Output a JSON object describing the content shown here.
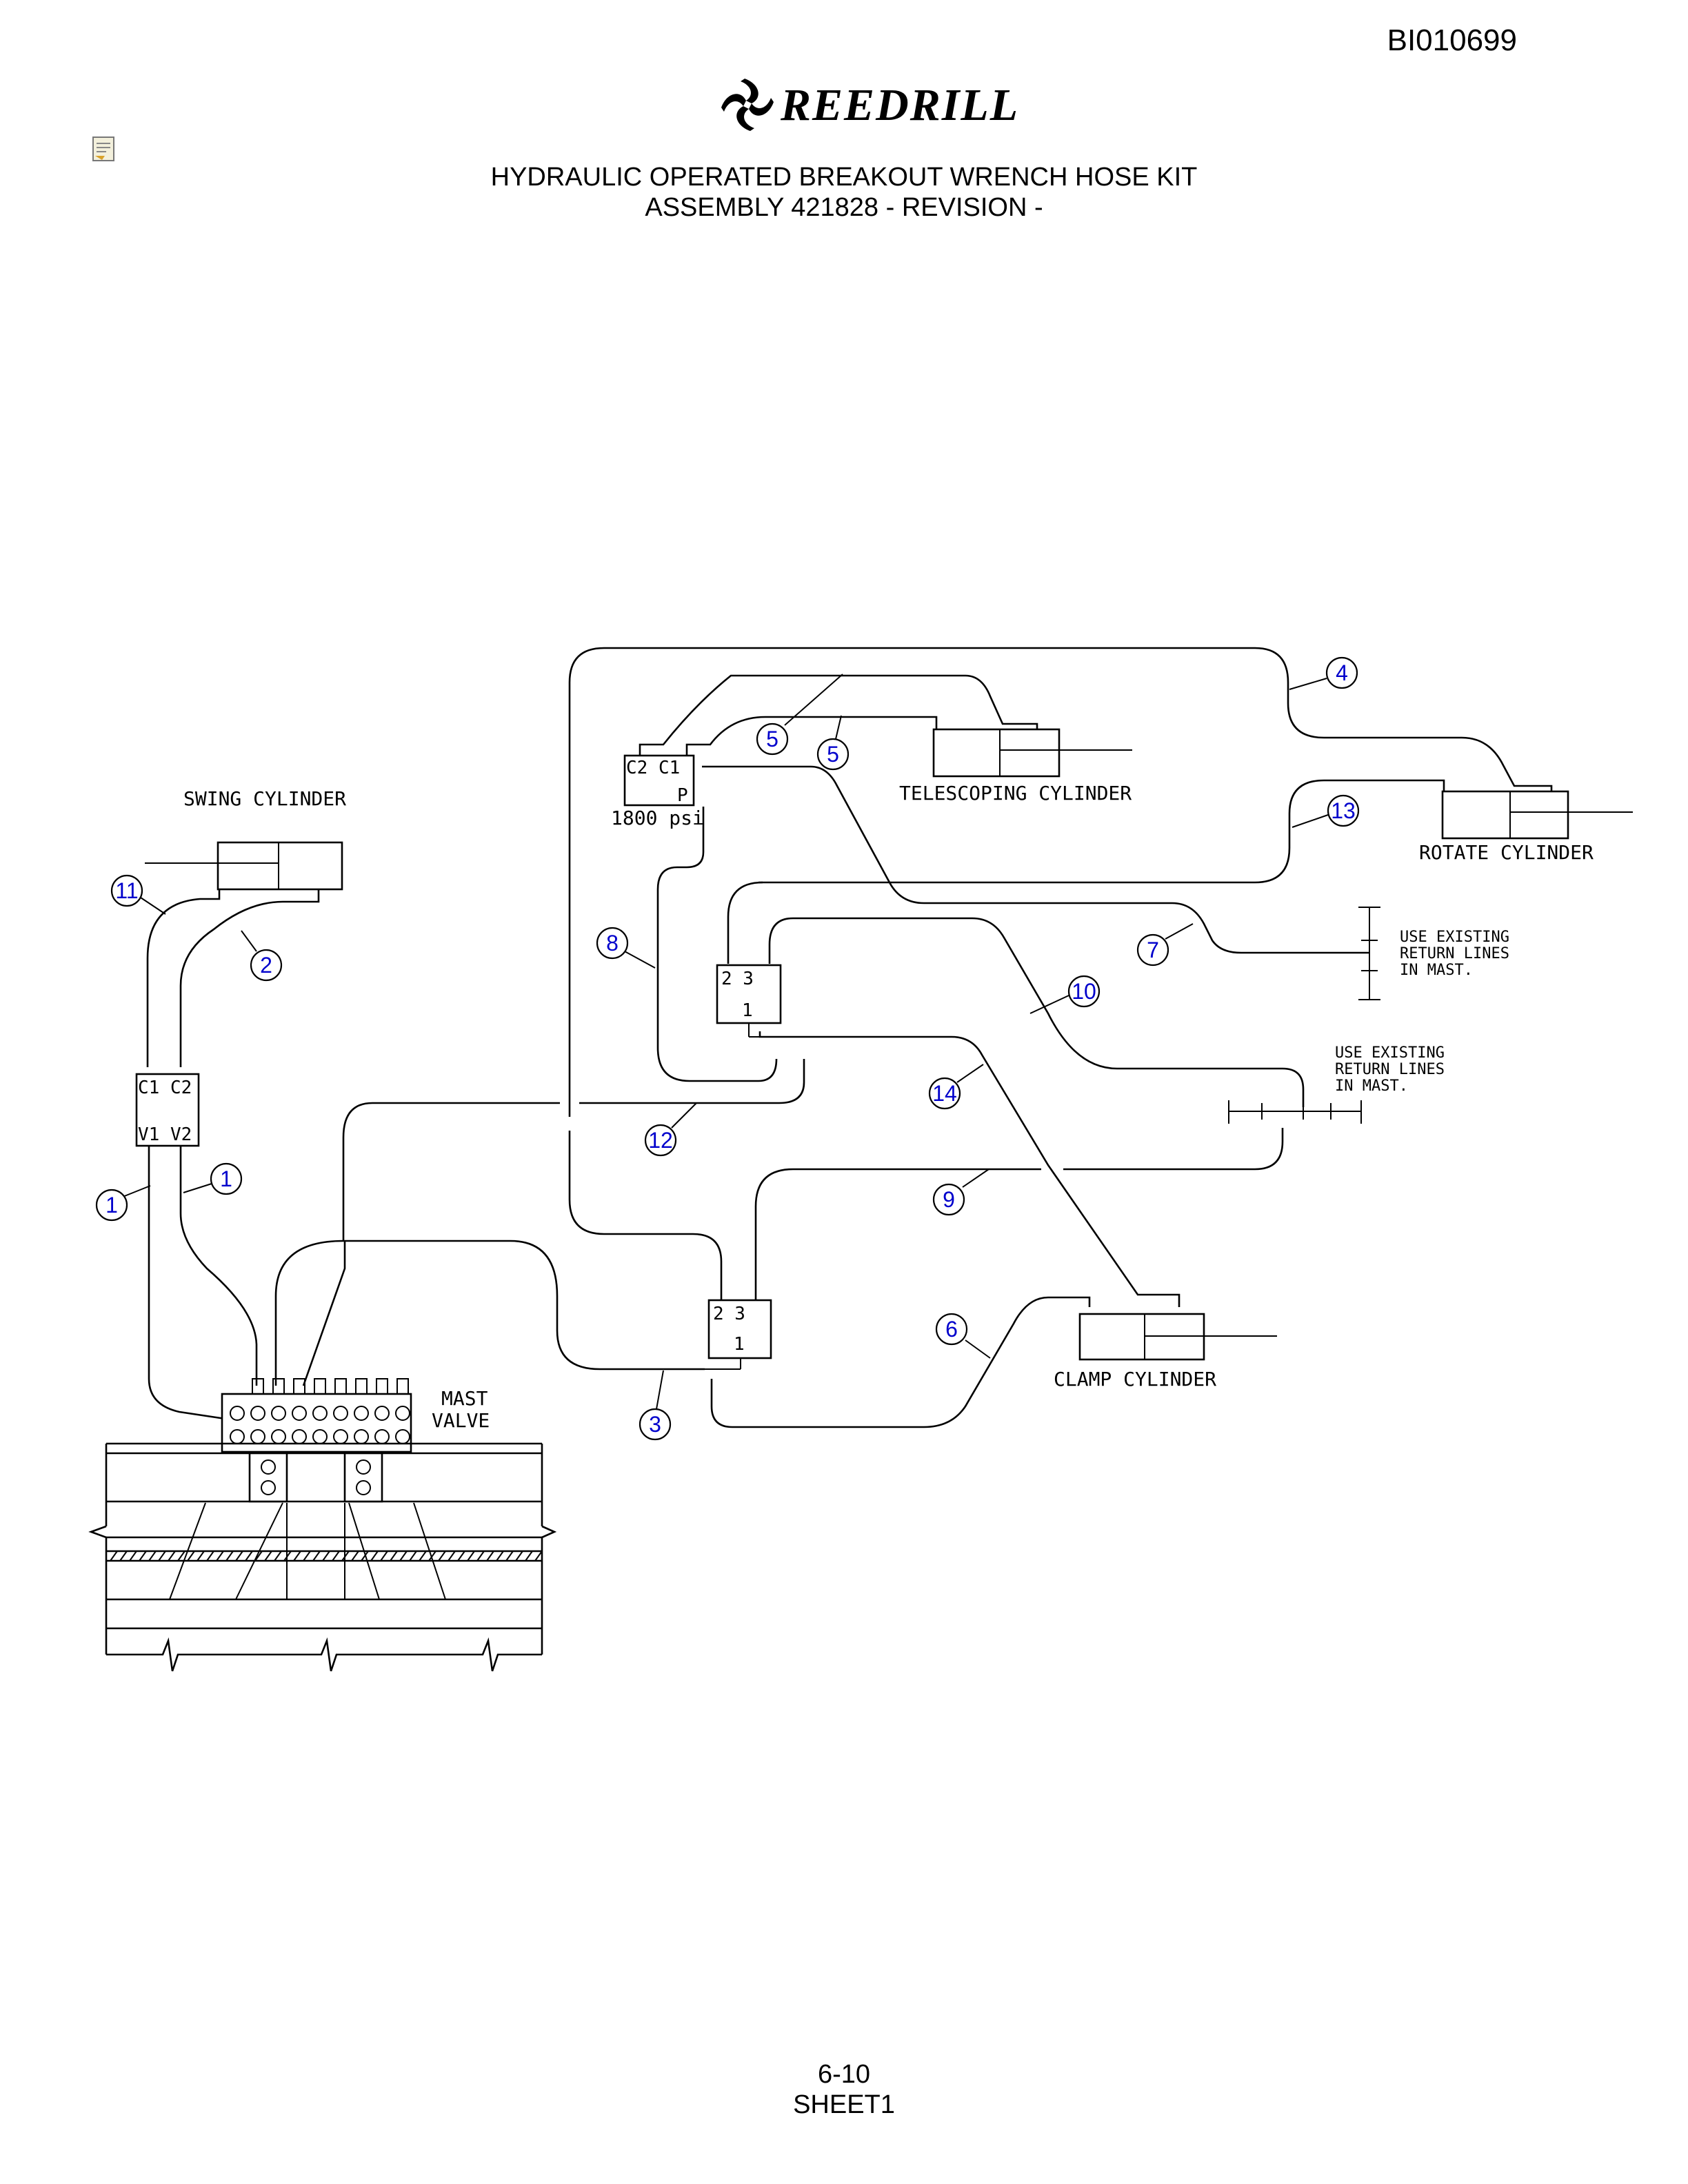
{
  "header": {
    "doc_id": "BI010699",
    "logo_text": "REEDRILL",
    "title_line1": "HYDRAULIC OPERATED BREAKOUT WRENCH HOSE KIT",
    "title_line2": "ASSEMBLY 421828 - REVISION -"
  },
  "components": {
    "swing_cylinder": "SWING CYLINDER",
    "telescoping_cylinder": "TELESCOPING CYLINDER",
    "rotate_cylinder": "ROTATE CYLINDER",
    "clamp_cylinder": "CLAMP CYLINDER",
    "mast_valve_line1": "MAST",
    "mast_valve_line2": "VALVE",
    "relief_valve_ports": "C2 C1",
    "relief_valve_p": "P",
    "relief_setting": "1800 psi",
    "swing_valve_top": "C1 C2",
    "swing_valve_bottom": "V1 V2",
    "upper_tee_ports": "2  3",
    "upper_tee_bottom": "1",
    "lower_tee_ports": "2  3",
    "lower_tee_bottom": "1",
    "return_note_1": [
      "USE EXISTING",
      "RETURN LINES",
      "IN MAST."
    ],
    "return_note_2": [
      "USE EXISTING",
      "RETURN LINES",
      "IN MAST."
    ]
  },
  "callouts": [
    "1",
    "1",
    "2",
    "3",
    "4",
    "5",
    "5",
    "6",
    "7",
    "8",
    "9",
    "10",
    "11",
    "12",
    "13",
    "14"
  ],
  "footer": {
    "page": "6-10",
    "sheet": "SHEET1"
  }
}
